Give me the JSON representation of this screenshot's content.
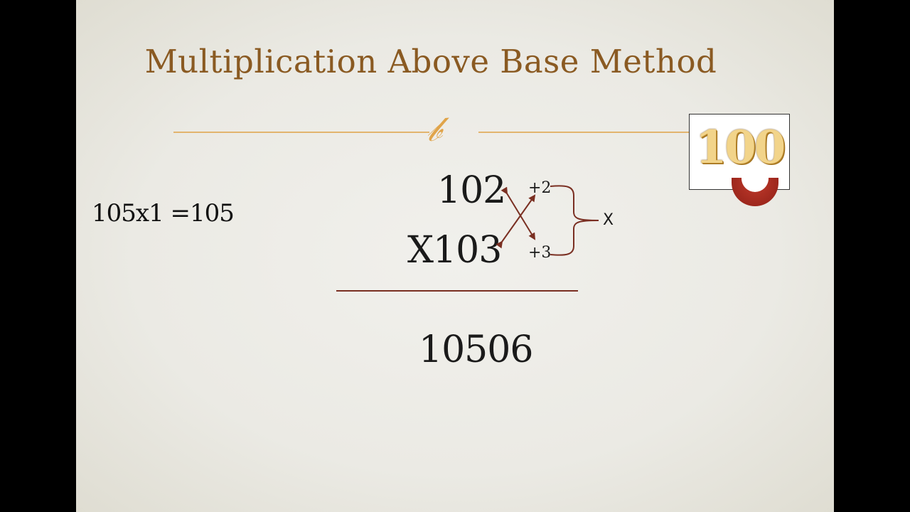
{
  "slide": {
    "title": "Multiplication Above Base Method",
    "base": "100",
    "side_note": "105x1 =105",
    "problem": {
      "multiplicand": "102",
      "multiplier": "X103",
      "deviation_top": "+2",
      "deviation_bottom": "+3",
      "brace_label": "X",
      "answer": "10506"
    }
  },
  "colors": {
    "title": "#8a5a22",
    "ornament": "#e0a44a",
    "rule": "#7a2f22",
    "arrows": "#7a2f22"
  }
}
